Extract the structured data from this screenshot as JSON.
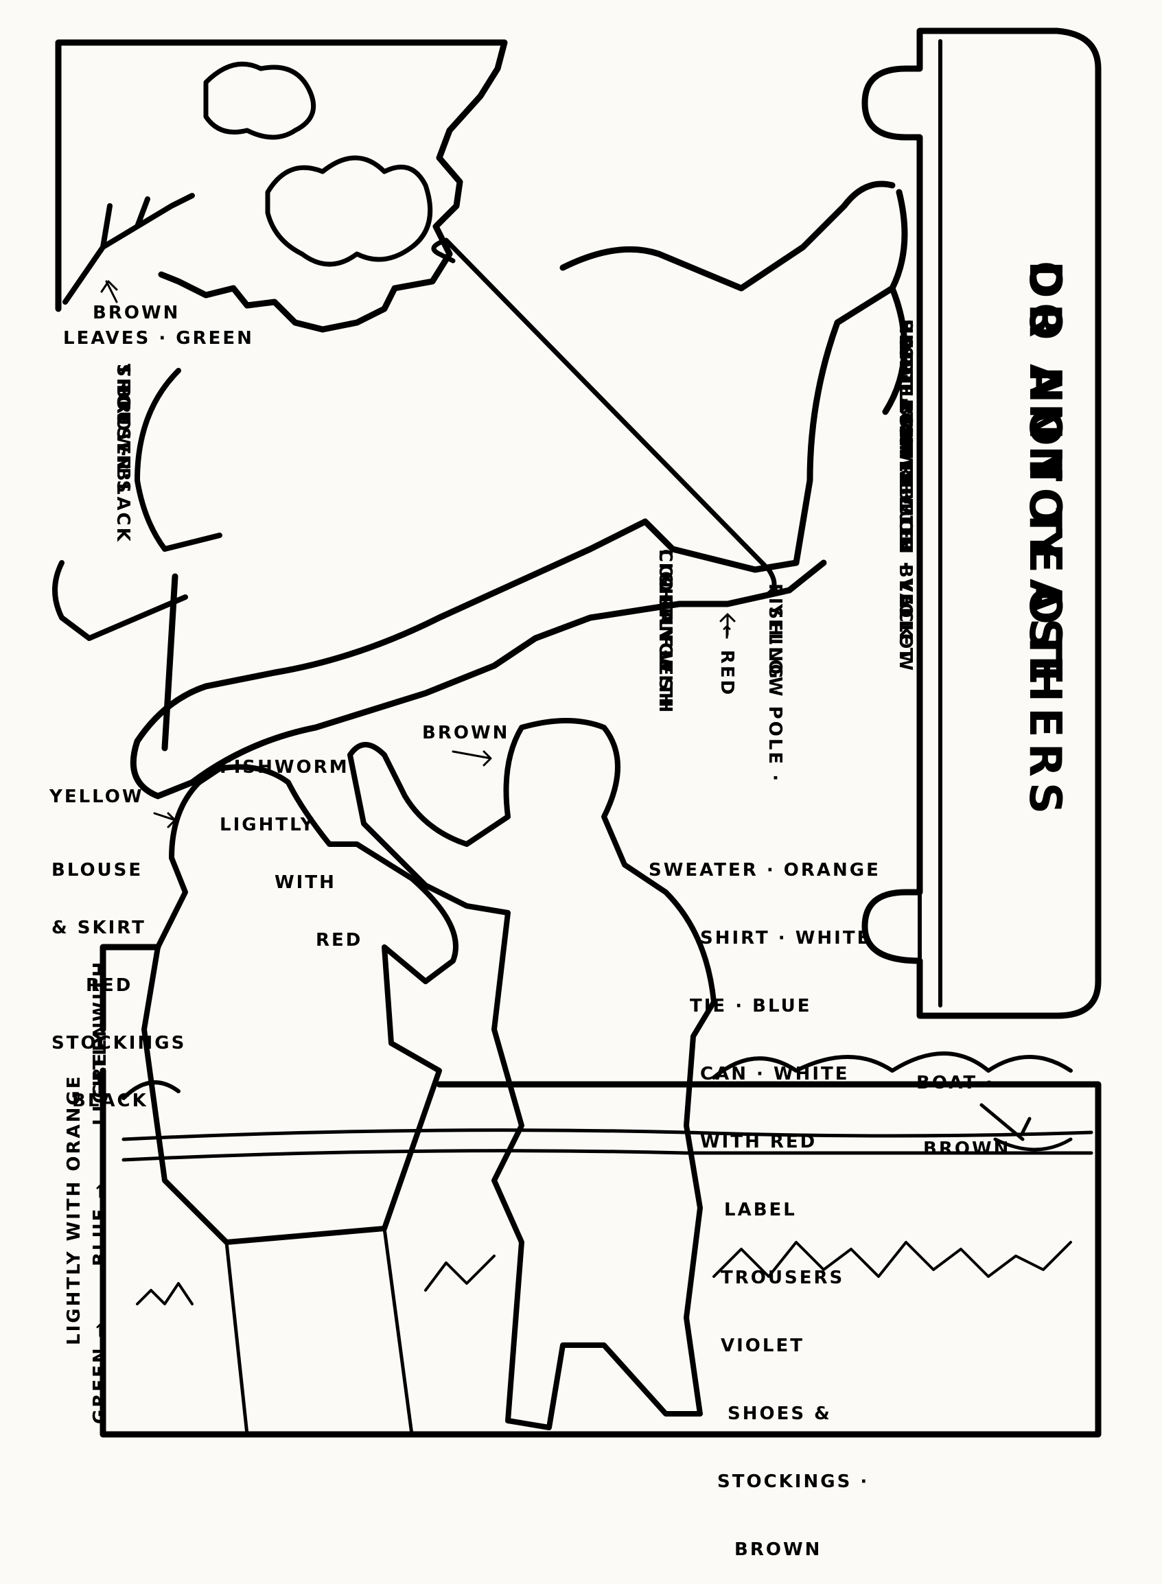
{
  "title": {
    "line1": "DO NOT TEASE",
    "line2": "OR ANNOY OTHERS"
  },
  "color_notes_man": [
    "BORDER OF RIBBON · YELLOW",
    "HAT · LIGHTLY WITH BLACK",
    "HAIR · BROWN",
    "SHIRT · WHITE · TIE · VIOLET",
    "SWEATER · BLUE"
  ],
  "fishing_pole": {
    "line1": "FISHING · POLE ·",
    "line2": "YELLOW"
  },
  "red_note": "← RED",
  "flesh_note": {
    "line1": "COLOR FLESH",
    "line2": "LIGHTLY WITH",
    "line3": "ORANGE"
  },
  "trousers_man": {
    "line1": "TROUSER'S",
    "line2": "BROWN",
    "line3": "SHOES · BLACK"
  },
  "tree_notes": {
    "brown": "BROWN",
    "leaves": "LEAVES · GREEN"
  },
  "fishworm": {
    "line1": "FISHWORM",
    "line2": "LIGHTLY",
    "line3": "WITH",
    "line4": "RED"
  },
  "brown_hair": "BROWN",
  "girl_notes": {
    "yellow": "YELLOW",
    "blouse1": "BLOUSE",
    "blouse2": "& SKIRT",
    "blouse3": "RED",
    "stockings1": "STOCKINGS",
    "stockings2": "BLACK"
  },
  "boy_notes": {
    "sweater": "SWEATER · ORANGE",
    "shirt": "SHIRT · WHITE",
    "tie": "TIE · BLUE",
    "can1": "CAN · WHITE",
    "can2": "WITH RED",
    "can3": "LABEL",
    "trousers1": "TROUSERS",
    "trousers2": "VIOLET",
    "shoes1": "SHOES &",
    "shoes2": "STOCKINGS ·",
    "shoes3": "BROWN"
  },
  "boat_note": {
    "line1": "BOAT ·",
    "line2": "BROWN"
  },
  "side_notes": {
    "orange": "LIGHTLY WITH ORANGE",
    "green_light1": "LIGHTLY WITH",
    "green_light2": "GREEN",
    "blue": "BLUE →",
    "green": "GREEN →"
  }
}
